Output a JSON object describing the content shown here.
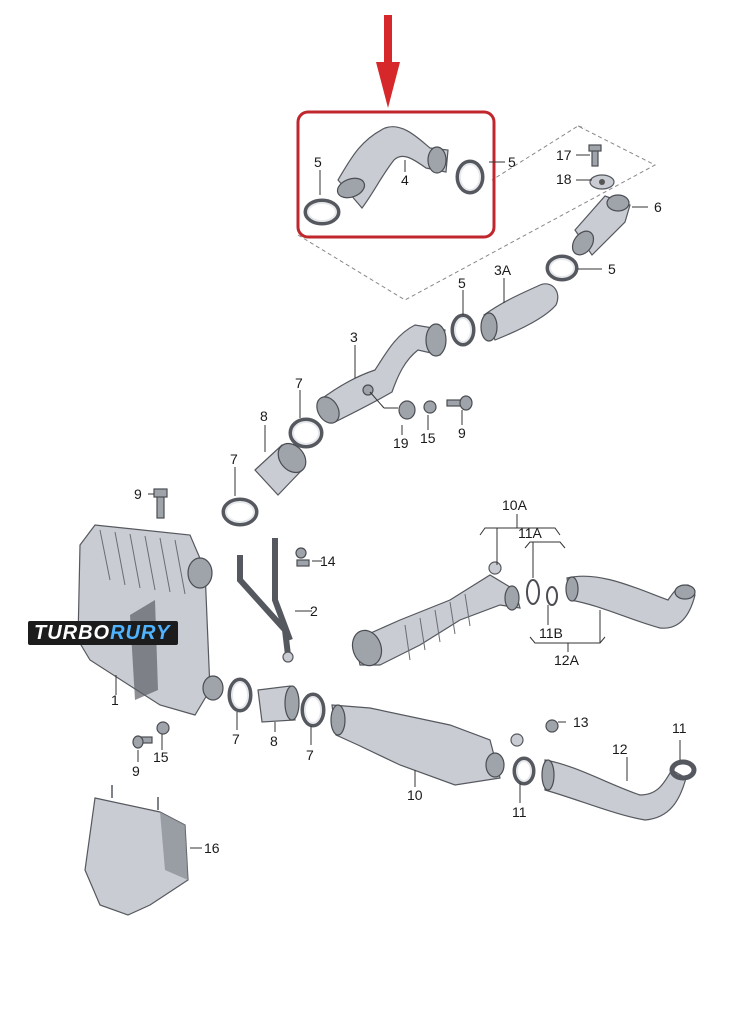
{
  "diagram": {
    "highlight_color": "#c0272d",
    "arrow_color": "#d6282b",
    "part_color": "#c9ccd2",
    "labels": {
      "p1": "1",
      "p2": "2",
      "p3": "3",
      "p3a": "3A",
      "p4": "4",
      "p5a": "5",
      "p5b": "5",
      "p5c": "5",
      "p5d": "5",
      "p6": "6",
      "p7a": "7",
      "p7b": "7",
      "p7c": "7",
      "p7d": "7",
      "p8a": "8",
      "p8b": "8",
      "p9a": "9",
      "p9b": "9",
      "p9c": "9",
      "p10": "10",
      "p10a": "10A",
      "p11a": "11",
      "p11b": "11",
      "p11a_sub": "11A",
      "p11b_sub": "11B",
      "p12": "12",
      "p12a": "12A",
      "p13": "13",
      "p14": "14",
      "p15a": "15",
      "p15b": "15",
      "p16": "16",
      "p17": "17",
      "p18": "18",
      "p19": "19"
    }
  },
  "watermark": {
    "part1": "TURBO",
    "part2": "RURY"
  }
}
